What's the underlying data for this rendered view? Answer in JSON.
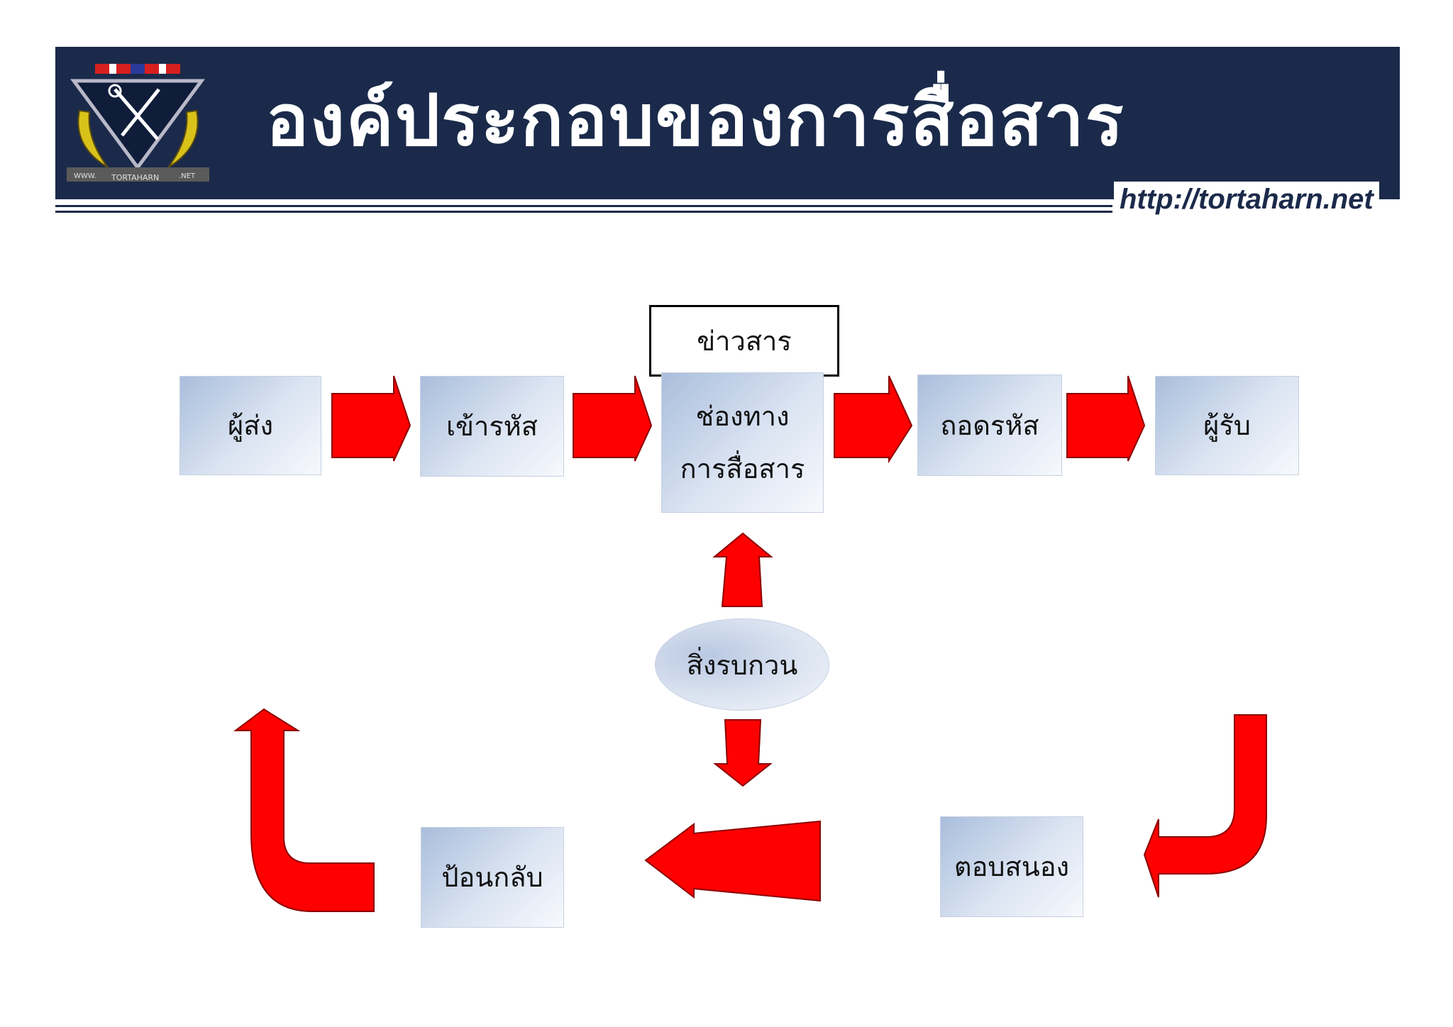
{
  "header": {
    "title": "องค์ประกอบของการสื่อสาร",
    "url": "http://tortaharn.net",
    "logo_text_left": "WWW.",
    "logo_text_center": "TORTAHARN",
    "logo_text_right": ".NET"
  },
  "diagram": {
    "message": "ข่าวสาร",
    "nodes": {
      "sender": "ผู้ส่ง",
      "encoder": "เข้ารหัส",
      "channel": "ช่องทาง\nการสื่อสาร",
      "decoder": "ถอดรหัส",
      "receiver": "ผู้รับ",
      "noise": "สิ่งรบกวน",
      "response": "ตอบสนอง",
      "feedback": "ป้อนกลับ"
    }
  },
  "colors": {
    "header_bg": "#1b2a4a",
    "arrow_red": "#ff0000"
  }
}
